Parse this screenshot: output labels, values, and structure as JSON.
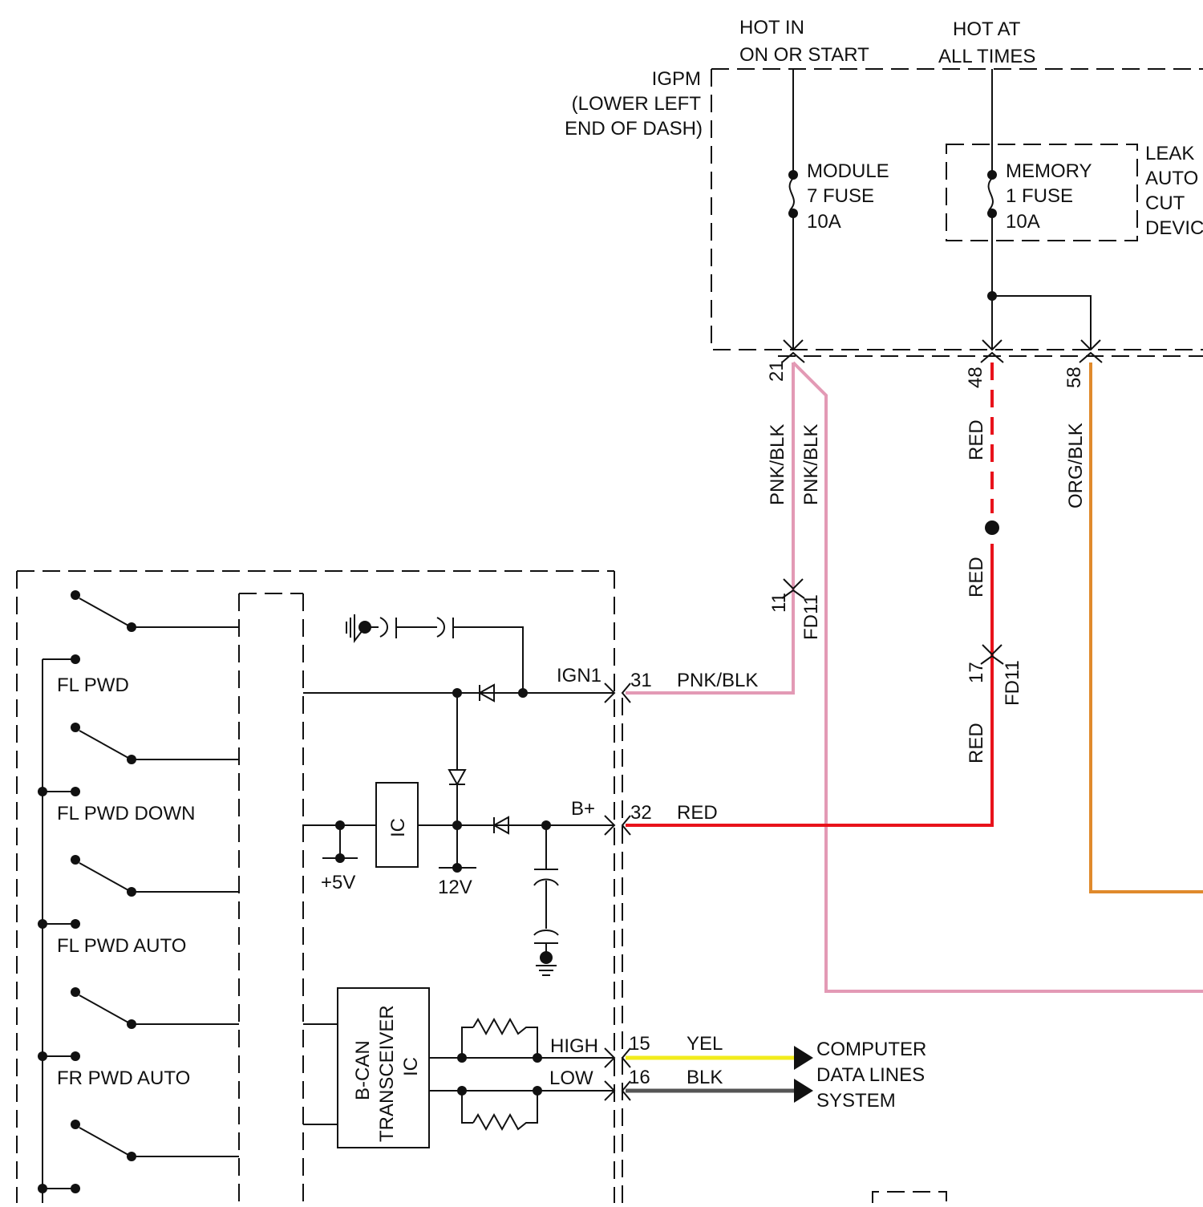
{
  "colors": {
    "line": "#111111",
    "pnk_blk": "#e39ab5",
    "red": "#e8121b",
    "org_blk": "#e08a2c",
    "yel": "#f2ec1c",
    "blk": "#555555"
  },
  "supply": {
    "hot_in_line1": "HOT IN",
    "hot_in_line2": "ON OR START",
    "hot_at_line1": "HOT AT",
    "hot_at_line2": "ALL TIMES"
  },
  "igpm": {
    "line1": "IGPM",
    "line2": "(LOWER LEFT",
    "line3": "END OF DASH)"
  },
  "fuses": {
    "module7": {
      "line1": "MODULE",
      "line2": "7 FUSE",
      "line3": "10A"
    },
    "memory1": {
      "line1": "MEMORY",
      "line2": "1 FUSE",
      "line3": "10A"
    }
  },
  "leak_device": {
    "line1": "LEAK",
    "line2": "AUTO",
    "line3": "CUT",
    "line4": "DEVIC"
  },
  "pins": {
    "p21": "21",
    "p48": "48",
    "p58": "58",
    "p11": "11",
    "p17": "17",
    "p31": "31",
    "p32": "32",
    "p15": "15",
    "p16": "16"
  },
  "connectors": {
    "fd11_a": "FD11",
    "fd11_b": "FD11"
  },
  "wire_colors": {
    "pnk_blk_a": "PNK/BLK",
    "pnk_blk_b": "PNK/BLK",
    "pnk_blk_c": "PNK/BLK",
    "red_a": "RED",
    "red_b": "RED",
    "red_c": "RED",
    "red_d": "RED",
    "org_blk": "ORG/BLK",
    "yel": "YEL",
    "blk": "BLK"
  },
  "module_internal": {
    "ign1": "IGN1",
    "b_plus": "B+",
    "ic": "IC",
    "v5": "+5V",
    "v12": "12V",
    "high": "HIGH",
    "low": "LOW",
    "bcan_line1": "B-CAN",
    "bcan_line2": "TRANSCEIVER",
    "bcan_line3": "IC"
  },
  "switches": {
    "fl_pwd": "FL PWD",
    "fl_pwd_down": "FL PWD DOWN",
    "fl_pwd_auto": "FL PWD AUTO",
    "fr_pwd_auto": "FR PWD AUTO"
  },
  "computer_data_lines": {
    "line1": "COMPUTER",
    "line2": "DATA LINES",
    "line3": "SYSTEM"
  }
}
